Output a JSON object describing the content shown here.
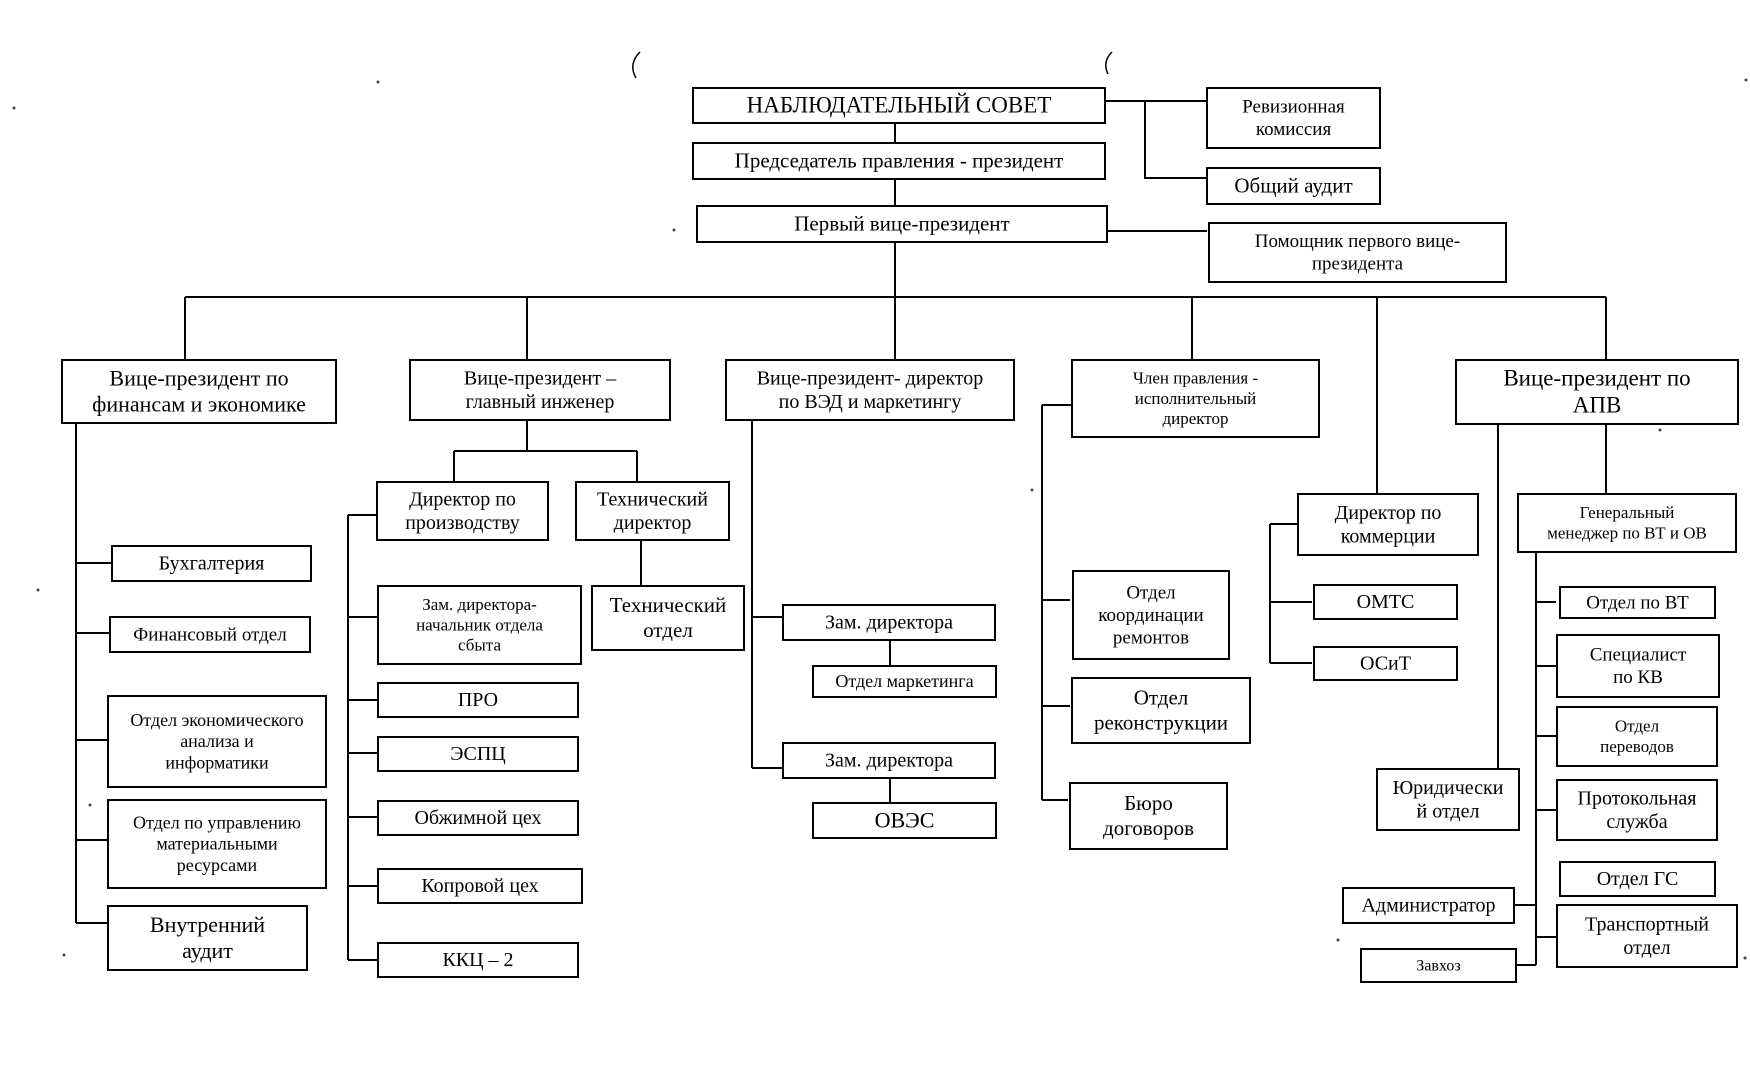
{
  "org_chart": {
    "nodes": {
      "board": [
        "НАБЛЮДАТЕЛЬНЫЙ СОВЕТ"
      ],
      "revision": [
        "Ревизионная",
        "комиссия"
      ],
      "audit": [
        "Общий аудит"
      ],
      "chairman": [
        "Председатель правления - президент"
      ],
      "first_vp": [
        "Первый вице-президент"
      ],
      "assistant": [
        "Помощник первого вице-",
        "президента"
      ],
      "vp_fin": [
        "Вице-президент по",
        "финансам и экономике"
      ],
      "vp_eng": [
        "Вице-президент –",
        "главный инженер"
      ],
      "vp_ved": [
        "Вице-президент- директор",
        "по ВЭД и маркетингу"
      ],
      "exec_dir": [
        "Член правления -",
        "исполнительный",
        "директор"
      ],
      "vp_apv": [
        "Вице-президент по",
        "АПВ"
      ],
      "accounting": [
        "Бухгалтерия"
      ],
      "fin_dept": [
        "Финансовый отдел"
      ],
      "econ_dept": [
        "Отдел экономического",
        "анализа и",
        "информатики"
      ],
      "material_dept": [
        "Отдел по управлению",
        "материальными",
        "ресурсами"
      ],
      "internal_audit": [
        "Внутренний",
        "аудит"
      ],
      "prod_dir": [
        "Директор по",
        "производству"
      ],
      "tech_dir": [
        "Технический",
        "директор"
      ],
      "tech_dept": [
        "Технический",
        "отдел"
      ],
      "sales_deputy": [
        "Зам. директора-",
        "начальник отдела",
        "сбыта"
      ],
      "pro": [
        "ПРО"
      ],
      "espc": [
        "ЭСПЦ"
      ],
      "obzhim": [
        "Обжимной цех"
      ],
      "kopr": [
        "Копровой цех"
      ],
      "kkc": [
        "ККЦ – 2"
      ],
      "deputy1": [
        "Зам. директора"
      ],
      "marketing": [
        "Отдел маркетинга"
      ],
      "deputy2": [
        "Зам. директора"
      ],
      "oves": [
        "ОВЭС"
      ],
      "repair": [
        "Отдел",
        "координации",
        "ремонтов"
      ],
      "reconstruction": [
        "Отдел",
        "реконструкции"
      ],
      "contracts": [
        "Бюро",
        "договоров"
      ],
      "commerce_dir": [
        "Директор по",
        "коммерции"
      ],
      "omts": [
        "ОМТС"
      ],
      "osit": [
        "ОСиТ"
      ],
      "legal": [
        "Юридически",
        "й отдел"
      ],
      "gen_manager": [
        "Генеральный",
        "менеджер по ВТ и ОВ"
      ],
      "vt_dept": [
        "Отдел по ВТ"
      ],
      "kv_spec": [
        "Специалист",
        "по КВ"
      ],
      "translation": [
        "Отдел",
        "переводов"
      ],
      "protocol": [
        "Протокольная",
        "служба"
      ],
      "gs_dept": [
        "Отдел ГС"
      ],
      "transport": [
        "Транспортный",
        "отдел"
      ],
      "administrator": [
        "Администратор"
      ],
      "zavhoz": [
        "Завхоз"
      ]
    }
  }
}
